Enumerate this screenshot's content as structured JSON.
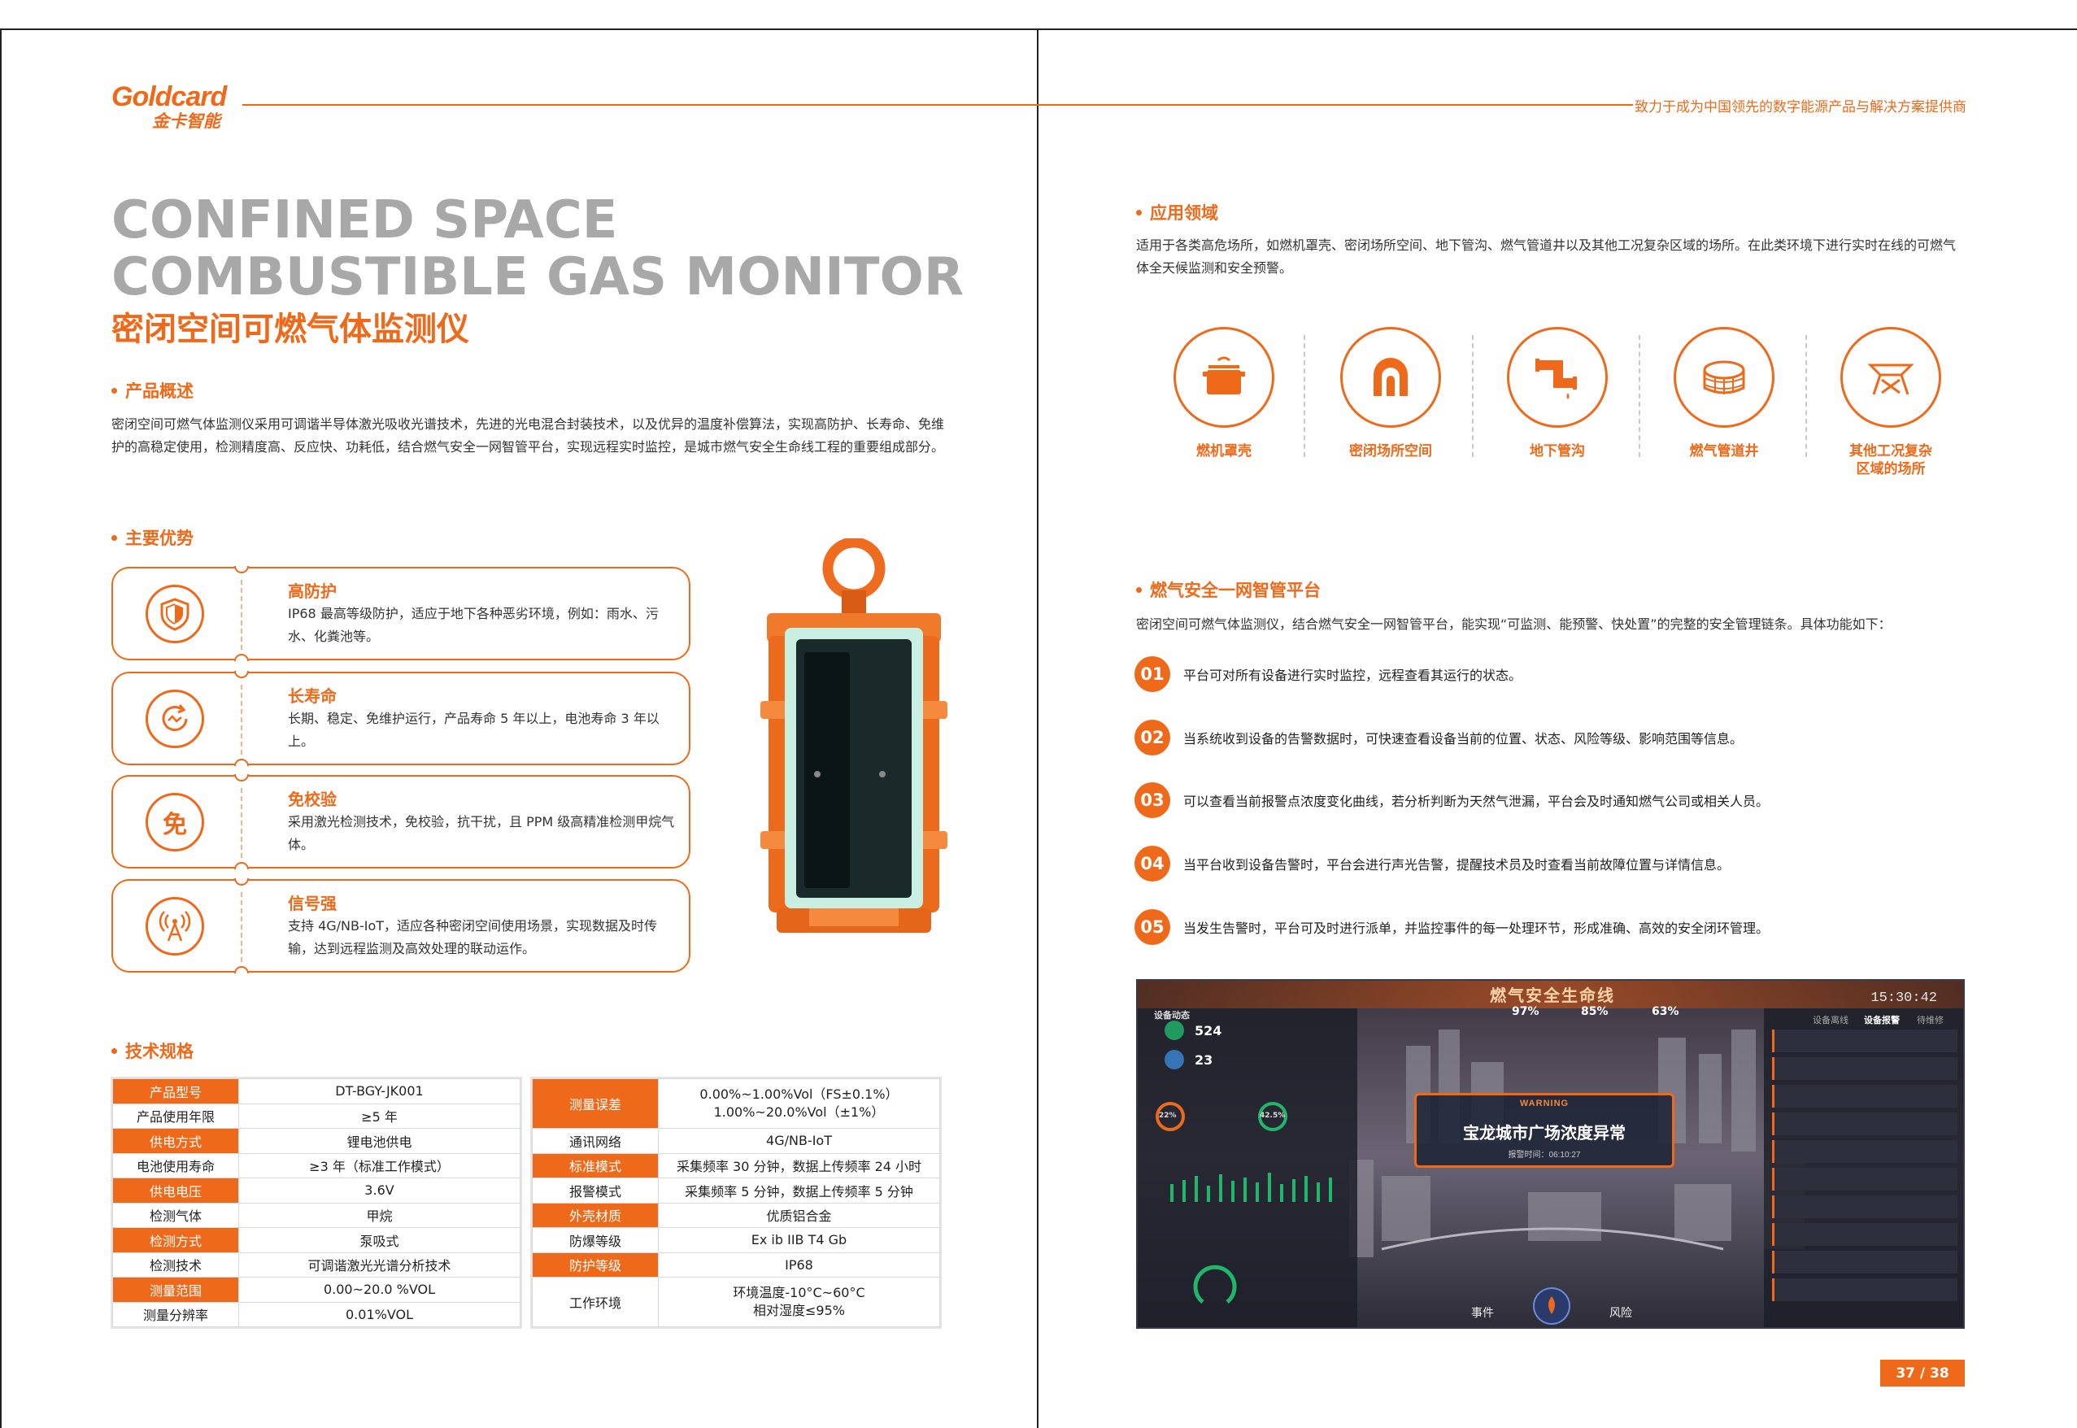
{
  "brand": {
    "logo_en": "Goldcard",
    "logo_cn": "金卡智能",
    "slogan": "致力于成为中国领先的数字能源产品与解决方案提供商",
    "color": "#ee6a1a"
  },
  "title": {
    "en_line1": "CONFINED SPACE",
    "en_line2": "COMBUSTIBLE GAS MONITOR",
    "cn": "密闭空间可燃气体监测仪"
  },
  "overview": {
    "heading": "产品概述",
    "text": "密闭空间可燃气体监测仪采用可调谐半导体激光吸收光谱技术，先进的光电混合封装技术，以及优异的温度补偿算法，实现高防护、长寿命、免维护的高稳定使用，检测精度高、反应快、功耗低，结合燃气安全一网智管平台，实现远程实时监控，是城市燃气安全生命线工程的重要组成部分。"
  },
  "advantages": {
    "heading": "主要优势",
    "items": [
      {
        "title": "高防护",
        "desc": "IP68 最高等级防护，适应于地下各种恶劣环境，例如：雨水、污水、化粪池等。",
        "icon": "shield-icon"
      },
      {
        "title": "长寿命",
        "desc": "长期、稳定、免维护运行，产品寿命 5 年以上，电池寿命 3 年以上。",
        "icon": "cycle-icon"
      },
      {
        "title": "免校验",
        "desc": "采用激光检测技术，免校验，抗干扰，且 PPM 级高精准检测甲烷气体。",
        "icon": "free-badge-icon",
        "icon_text": "免"
      },
      {
        "title": "信号强",
        "desc": "支持 4G/NB-IoT，适应各种密闭空间使用场景，实现数据及时传输，达到远程监测及高效处理的联动运作。",
        "icon": "antenna-icon"
      }
    ]
  },
  "specs": {
    "heading": "技术规格",
    "left": [
      [
        "产品型号",
        "DT-BGY-JK001"
      ],
      [
        "产品使用年限",
        "≥5 年"
      ],
      [
        "供电方式",
        "锂电池供电"
      ],
      [
        "电池使用寿命",
        "≥3 年（标准工作模式）"
      ],
      [
        "供电电压",
        "3.6V"
      ],
      [
        "检测气体",
        "甲烷"
      ],
      [
        "检测方式",
        "泵吸式"
      ],
      [
        "检测技术",
        "可调谐激光光谱分析技术"
      ],
      [
        "测量范围",
        "0.00~20.0 %VOL"
      ],
      [
        "测量分辨率",
        "0.01%VOL"
      ]
    ],
    "right": [
      [
        "测量误差",
        "0.00%~1.00%Vol（FS±0.1%）",
        "1.00%~20.0%Vol（±1%）"
      ],
      [
        "通讯网络",
        "4G/NB-IoT"
      ],
      [
        "标准模式",
        "采集频率 30 分钟，数据上传频率 24 小时"
      ],
      [
        "报警模式",
        "采集频率 5 分钟，数据上传频率 5 分钟"
      ],
      [
        "外壳材质",
        "优质铝合金"
      ],
      [
        "防爆等级",
        "Ex ib IIB T4 Gb"
      ],
      [
        "防护等级",
        "IP68"
      ],
      [
        "工作环境",
        "环境温度-10°C~60°C",
        "相对湿度≤95%"
      ]
    ]
  },
  "applications": {
    "heading": "应用领域",
    "text": "适用于各类高危场所，如燃机罩壳、密闭场所空间、地下管沟、燃气管道井以及其他工况复杂区域的场所。在此类环境下进行实时在线的可燃气体全天候监测和安全预警。",
    "items": [
      {
        "label": "燃机罩壳",
        "icon": "pot-icon"
      },
      {
        "label": "密闭场所空间",
        "icon": "tunnel-icon"
      },
      {
        "label": "地下管沟",
        "icon": "pipe-icon"
      },
      {
        "label": "燃气管道井",
        "icon": "manhole-icon"
      },
      {
        "label": "其他工况复杂\n区域的场所",
        "icon": "complex-area-icon"
      }
    ]
  },
  "platform": {
    "heading": "燃气安全一网智管平台",
    "intro": "密闭空间可燃气体监测仪，结合燃气安全一网智管平台，能实现“可监测、能预警、快处置”的完整的安全管理链条。具体功能如下：",
    "steps": [
      {
        "num": "01",
        "text": "平台可对所有设备进行实时监控，远程查看其运行的状态。"
      },
      {
        "num": "02",
        "text": "当系统收到设备的告警数据时，可快速查看设备当前的位置、状态、风险等级、影响范围等信息。"
      },
      {
        "num": "03",
        "text": "可以查看当前报警点浓度变化曲线，若分析判断为天然气泄漏，平台会及时通知燃气公司或相关人员。"
      },
      {
        "num": "04",
        "text": "当平台收到设备告警时，平台会进行声光告警，提醒技术员及时查看当前故障位置与详情信息。"
      },
      {
        "num": "05",
        "text": "当发生告警时，平台可及时进行派单，并监控事件的每一处理环节，形成准确、高效的安全闭环管理。"
      }
    ]
  },
  "dashboard": {
    "title": "燃气安全生命线",
    "time": "15:30:42",
    "stats": [
      "97%",
      "85%",
      "63%"
    ],
    "device_panel": "设备动态",
    "device_count": "524",
    "offline_count": "23",
    "tabs": [
      "设备离线",
      "设备报警",
      "待维修"
    ],
    "alert_warning": "WARNING",
    "alert_message": "宝龙城市广场浓度异常",
    "alert_time": "报警时间：06:10:27",
    "gauge_left": "22%",
    "gauge_right": "42.5%",
    "btn_left": "事件",
    "btn_right": "风险"
  },
  "page_number": "37 / 38"
}
